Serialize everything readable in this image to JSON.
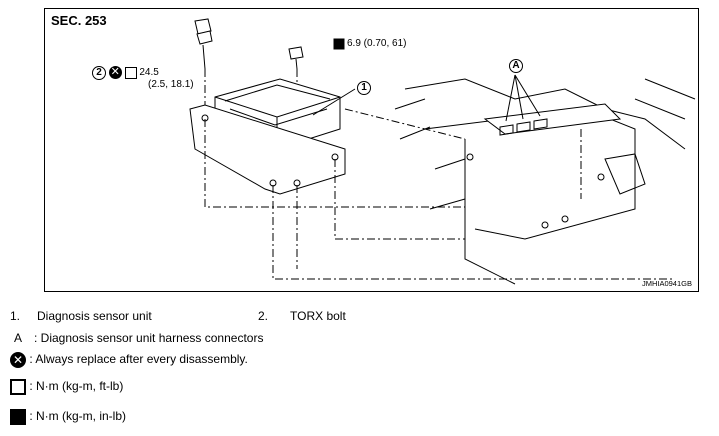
{
  "figure": {
    "section": "SEC. 253",
    "figure_code": "JMHIA0941GB",
    "callouts": {
      "part1": "1",
      "part2": "2",
      "conn_a": "A"
    },
    "torque_bolt2_main": "24.5",
    "torque_bolt2_sub": "(2.5, 18.1)",
    "torque_nut": "6.9 (0.70, 61)"
  },
  "legend": {
    "item1_num": "1.",
    "item1_text": "Diagnosis sensor unit",
    "item2_num": "2.",
    "item2_text": "TORX bolt",
    "a_key": "A",
    "a_text": ": Diagnosis sensor unit harness connectors",
    "replace_text": ": Always replace after every disassembly.",
    "nm_ftlb_text": ": N·m (kg-m, ft-lb)",
    "nm_inlb_text": ": N·m (kg-m, in-lb)"
  },
  "icons": [
    "replace-icon",
    "torque-ftlb-icon",
    "torque-inlb-icon"
  ]
}
